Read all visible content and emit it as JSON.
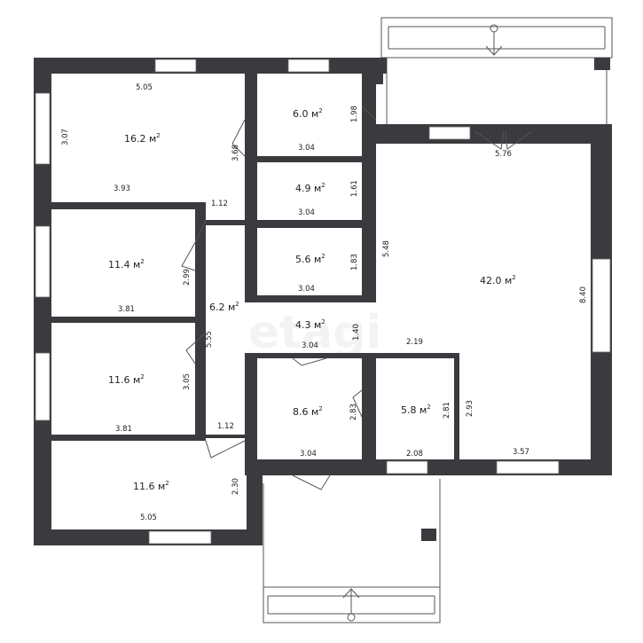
{
  "rooms": [
    {
      "id": "r1",
      "area": "16.2 м",
      "dims": [
        "5.05",
        "3.07",
        "3.93"
      ]
    },
    {
      "id": "r2",
      "area": "6.0 м",
      "dims": [
        "3.04",
        "1.98"
      ]
    },
    {
      "id": "r3",
      "area": "4.9 м",
      "dims": [
        "3.04",
        "1.61"
      ]
    },
    {
      "id": "r4",
      "area": "5.6 м",
      "dims": [
        "3.04",
        "1.83"
      ]
    },
    {
      "id": "r5",
      "area": "4.3 м",
      "dims": [
        "3.04",
        "1.40"
      ]
    },
    {
      "id": "r6",
      "area": "11.4 м",
      "dims": [
        "3.81",
        "2.99"
      ]
    },
    {
      "id": "r7",
      "area": "6.2 м",
      "dims": [
        "1.12",
        "5.55",
        "1.12"
      ]
    },
    {
      "id": "r8",
      "area": "11.6 м",
      "dims": [
        "3.81",
        "3.05"
      ]
    },
    {
      "id": "r9",
      "area": "11.6 м",
      "dims": [
        "5.05",
        "2.30"
      ]
    },
    {
      "id": "r10",
      "area": "8.6 м",
      "dims": [
        "3.04",
        "2.83"
      ]
    },
    {
      "id": "r11",
      "area": "5.8 м",
      "dims": [
        "2.08",
        "2.81"
      ]
    },
    {
      "id": "r12",
      "area": "42.0 м",
      "dims": [
        "5.76",
        "5.48",
        "8.40",
        "2.19",
        "2.93",
        "3.57"
      ]
    }
  ],
  "extra_dims": [
    "3.68"
  ],
  "area_superscript": "2",
  "watermark": "etagi"
}
